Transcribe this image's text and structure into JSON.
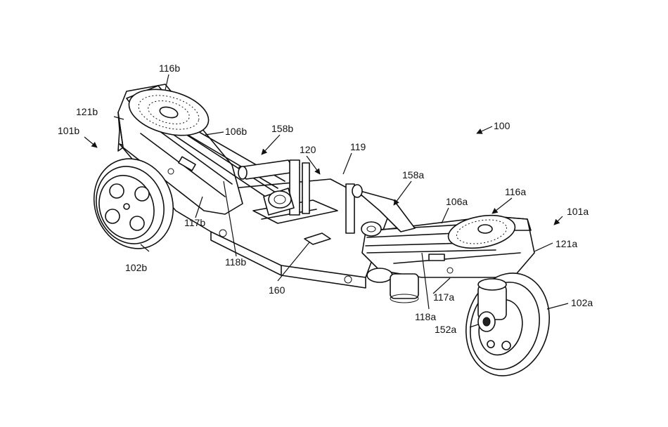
{
  "figure": {
    "labels": {
      "l100": "100",
      "l101a": "101a",
      "l101b": "101b",
      "l102a": "102a",
      "l102b": "102b",
      "l106a": "106a",
      "l106b": "106b",
      "l116a": "116a",
      "l116b": "116b",
      "l117a": "117a",
      "l117b": "117b",
      "l118a": "118a",
      "l118b": "118b",
      "l119": "119",
      "l120": "120",
      "l121a": "121a",
      "l121b": "121b",
      "l152a": "152a",
      "l158a": "158a",
      "l158b": "158b",
      "l160": "160"
    }
  }
}
